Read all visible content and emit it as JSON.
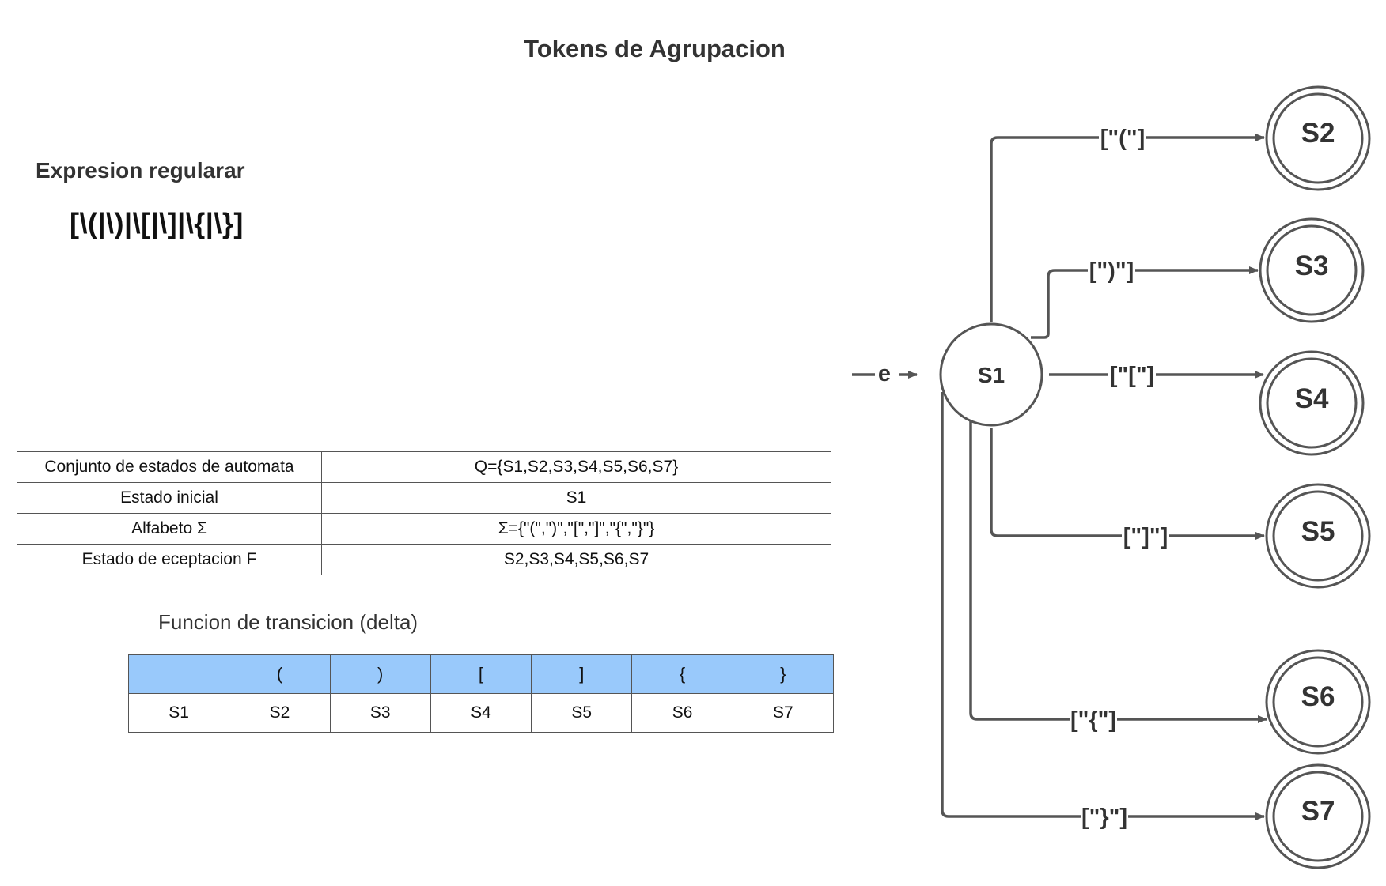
{
  "title": "Tokens de Agrupacion",
  "regex": {
    "heading": "Expresion regularar",
    "expression": "[\\(|\\)|\\[|\\]|\\{|\\}]"
  },
  "properties": [
    {
      "label": "Conjunto de estados de automata",
      "value": "Q={S1,S2,S3,S4,S5,S6,S7}"
    },
    {
      "label": "Estado inicial",
      "value": "S1"
    },
    {
      "label": "Alfabeto Σ",
      "value": "Σ={\"(\",\")\",\"[\",\"]\",\"{\",\"}\"}"
    },
    {
      "label": "Estado de eceptacion F",
      "value": "S2,S3,S4,S5,S6,S7"
    }
  ],
  "delta": {
    "title": "Funcion de transicion  (delta)",
    "headers": [
      "",
      "(",
      ")",
      "[",
      "]",
      "{",
      "}"
    ],
    "row": [
      "S1",
      "S2",
      "S3",
      "S4",
      "S5",
      "S6",
      "S7"
    ]
  },
  "automaton": {
    "start_label": "e",
    "initial_state": "S1",
    "final_states": [
      "S2",
      "S3",
      "S4",
      "S5",
      "S6",
      "S7"
    ],
    "transitions": [
      {
        "from": "S1",
        "to": "S2",
        "label": "[\"(\"]"
      },
      {
        "from": "S1",
        "to": "S3",
        "label": "[\")\"]"
      },
      {
        "from": "S1",
        "to": "S4",
        "label": "[\"[\"]"
      },
      {
        "from": "S1",
        "to": "S5",
        "label": "[\"]\"]"
      },
      {
        "from": "S1",
        "to": "S6",
        "label": "[\"{\"]"
      },
      {
        "from": "S1",
        "to": "S7",
        "label": "[\"}\"]"
      }
    ]
  },
  "colors": {
    "stroke": "#555555",
    "text": "#333333",
    "table_header": "#99c9fb"
  }
}
